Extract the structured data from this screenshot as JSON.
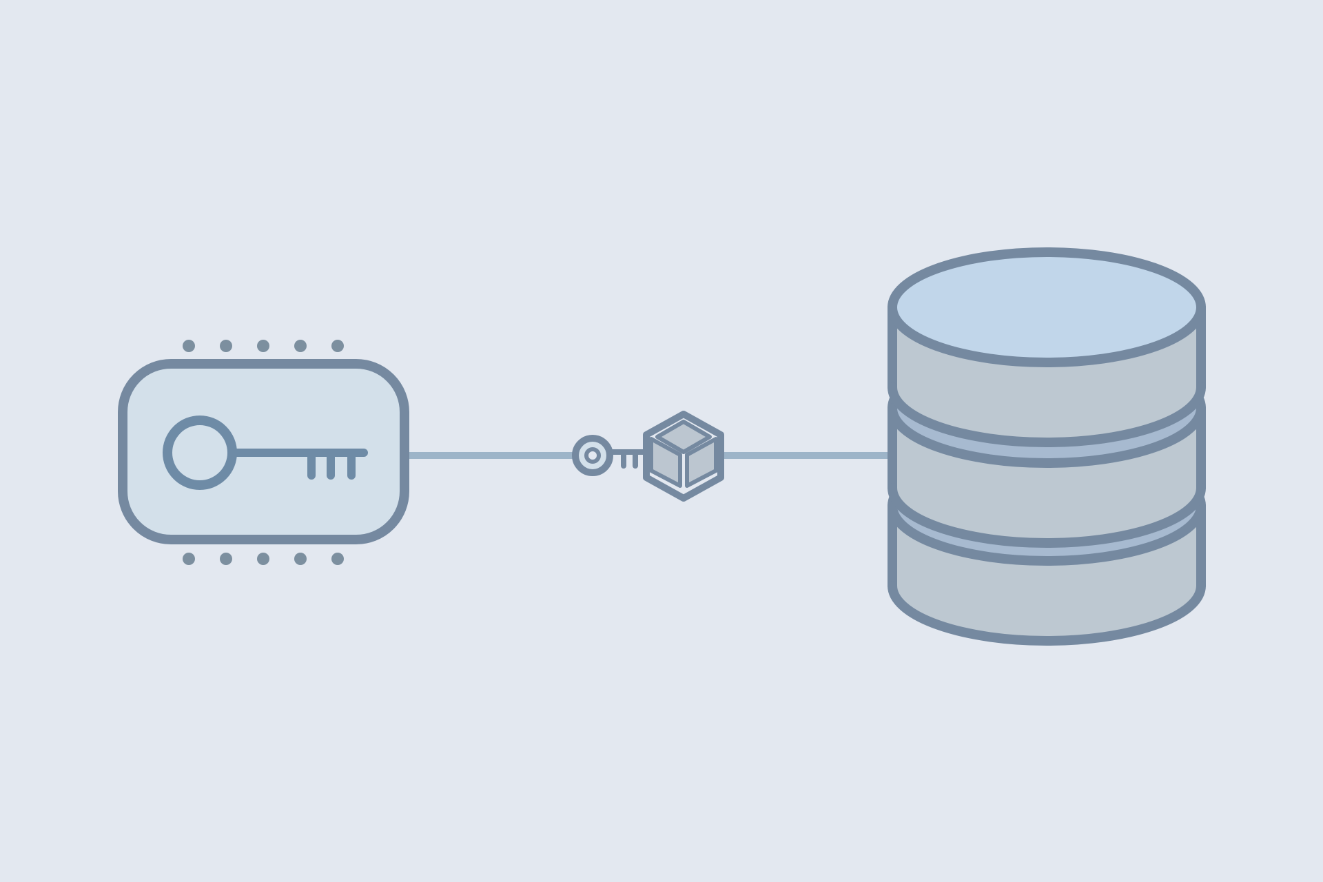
{
  "diagram": {
    "nodes": [
      {
        "id": "key-card",
        "icon": "key-icon"
      },
      {
        "id": "key-module",
        "icon": "small-key-icon",
        "secondary_icon": "cube-icon"
      },
      {
        "id": "database",
        "icon": "database-icon",
        "layers": 3
      }
    ],
    "edges": [
      {
        "from": "key-card",
        "to": "key-module"
      },
      {
        "from": "key-module",
        "to": "database"
      }
    ],
    "dot_rows": 2,
    "dots_per_row": 5
  },
  "colors": {
    "background": "#E3E8F0",
    "stroke": "#7589A0",
    "stroke_key": "#6E8BA6",
    "card_fill": "#D3E0EA",
    "connector": "#9DB4C8",
    "db_top": "#C1D6EA",
    "db_side": "#BDC8D1",
    "db_band": "#A7BAD0",
    "dot": "#7C8F9F",
    "cube_fill": "#BCC6D0"
  }
}
